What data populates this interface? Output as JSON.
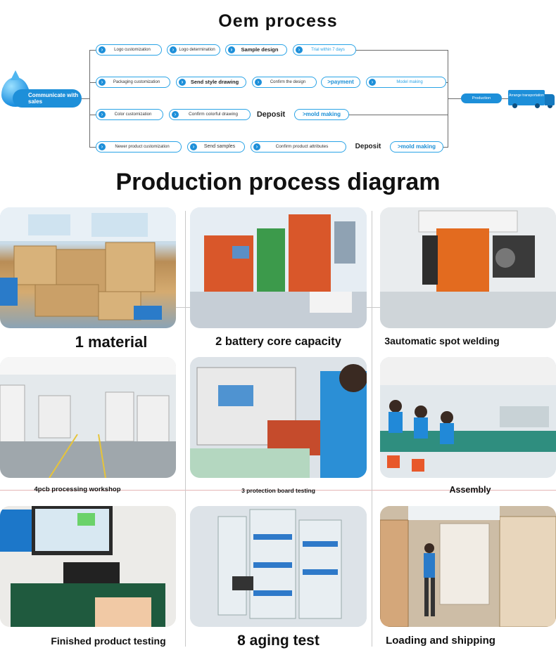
{
  "oem": {
    "title": "Oem process",
    "start_label": "Communicate with sales",
    "rows": [
      [
        "Logo customization",
        "Logo determination",
        "Sample design",
        "Trial within 7 days"
      ],
      [
        "Packaging customization",
        "Send style drawing",
        "Confirm the design",
        ">payment",
        "Model making"
      ],
      [
        "Color customization",
        "Confirm colorful drawing",
        "Deposit",
        ">mold making"
      ],
      [
        "Newer product customization",
        "Send samples",
        "Confirm product attributes",
        "Deposit",
        ">mold making"
      ]
    ],
    "production_label": "Production",
    "shipping_label": "Arrange transportation"
  },
  "production": {
    "title": "Production process diagram",
    "steps": [
      {
        "label": "1 material"
      },
      {
        "label": "2 battery core capacity"
      },
      {
        "label": "3automatic spot welding"
      },
      {
        "label": "4pcb processing workshop"
      },
      {
        "label": "3 protection board testing"
      },
      {
        "label": "Assembly"
      },
      {
        "label": "Finished product testing"
      },
      {
        "label": "8 aging test"
      },
      {
        "label": "Loading and shipping"
      }
    ]
  },
  "colors": {
    "accent": "#1d8fd9",
    "pill_border": "#29a3e6",
    "line": "#6b6b6b"
  }
}
